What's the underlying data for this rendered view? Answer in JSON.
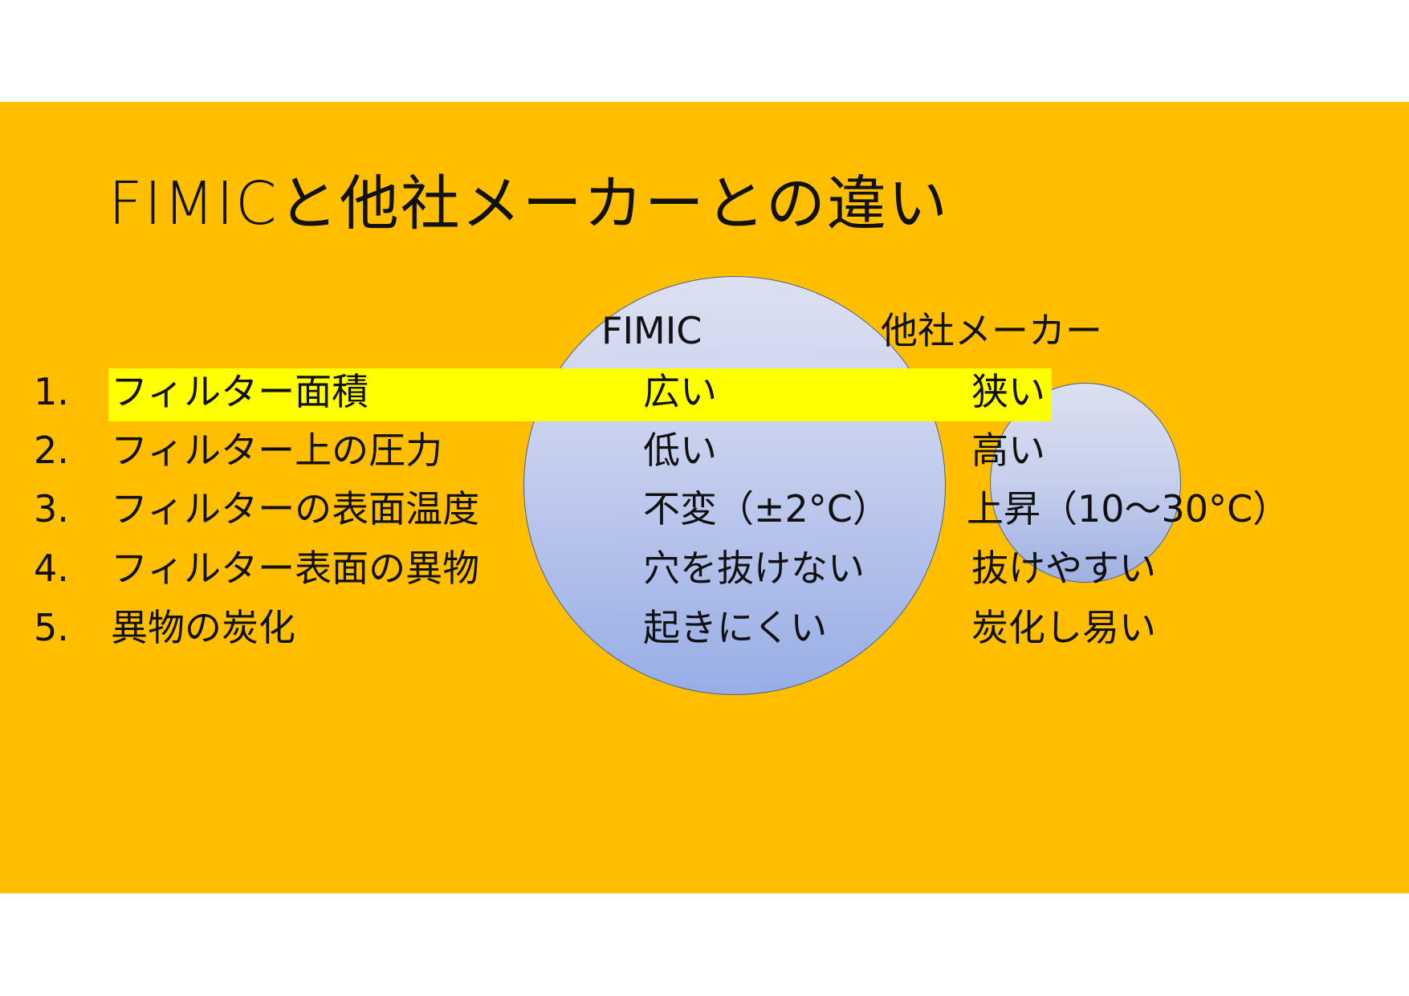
{
  "slide": {
    "title": "FIMICと他社メーカーとの違い",
    "colors": {
      "background": "#FFBF00",
      "highlight": "#FFFF00",
      "circle_fill_top": "#DCE0F0",
      "circle_fill_bottom": "#97AEE5",
      "circle_border": "#4A628A"
    },
    "columns": {
      "fimic": "FIMIC",
      "other": "他社メーカー"
    },
    "rows": [
      {
        "number": "1.",
        "label": "フィルター面積",
        "fimic": "広い",
        "other": "狭い",
        "highlighted": true
      },
      {
        "number": "2.",
        "label": "フィルター上の圧力",
        "fimic": "低い",
        "other": "高い"
      },
      {
        "number": "3.",
        "label": "フィルターの表面温度",
        "fimic": "不変（±2°C）",
        "other": "上昇（10～30°C）"
      },
      {
        "number": "4.",
        "label": "フィルター表面の異物",
        "fimic": "穴を抜けない",
        "other": "抜けやすい"
      },
      {
        "number": "5.",
        "label": "異物の炭化",
        "fimic": "起きにくい",
        "other": "炭化し易い"
      }
    ]
  }
}
